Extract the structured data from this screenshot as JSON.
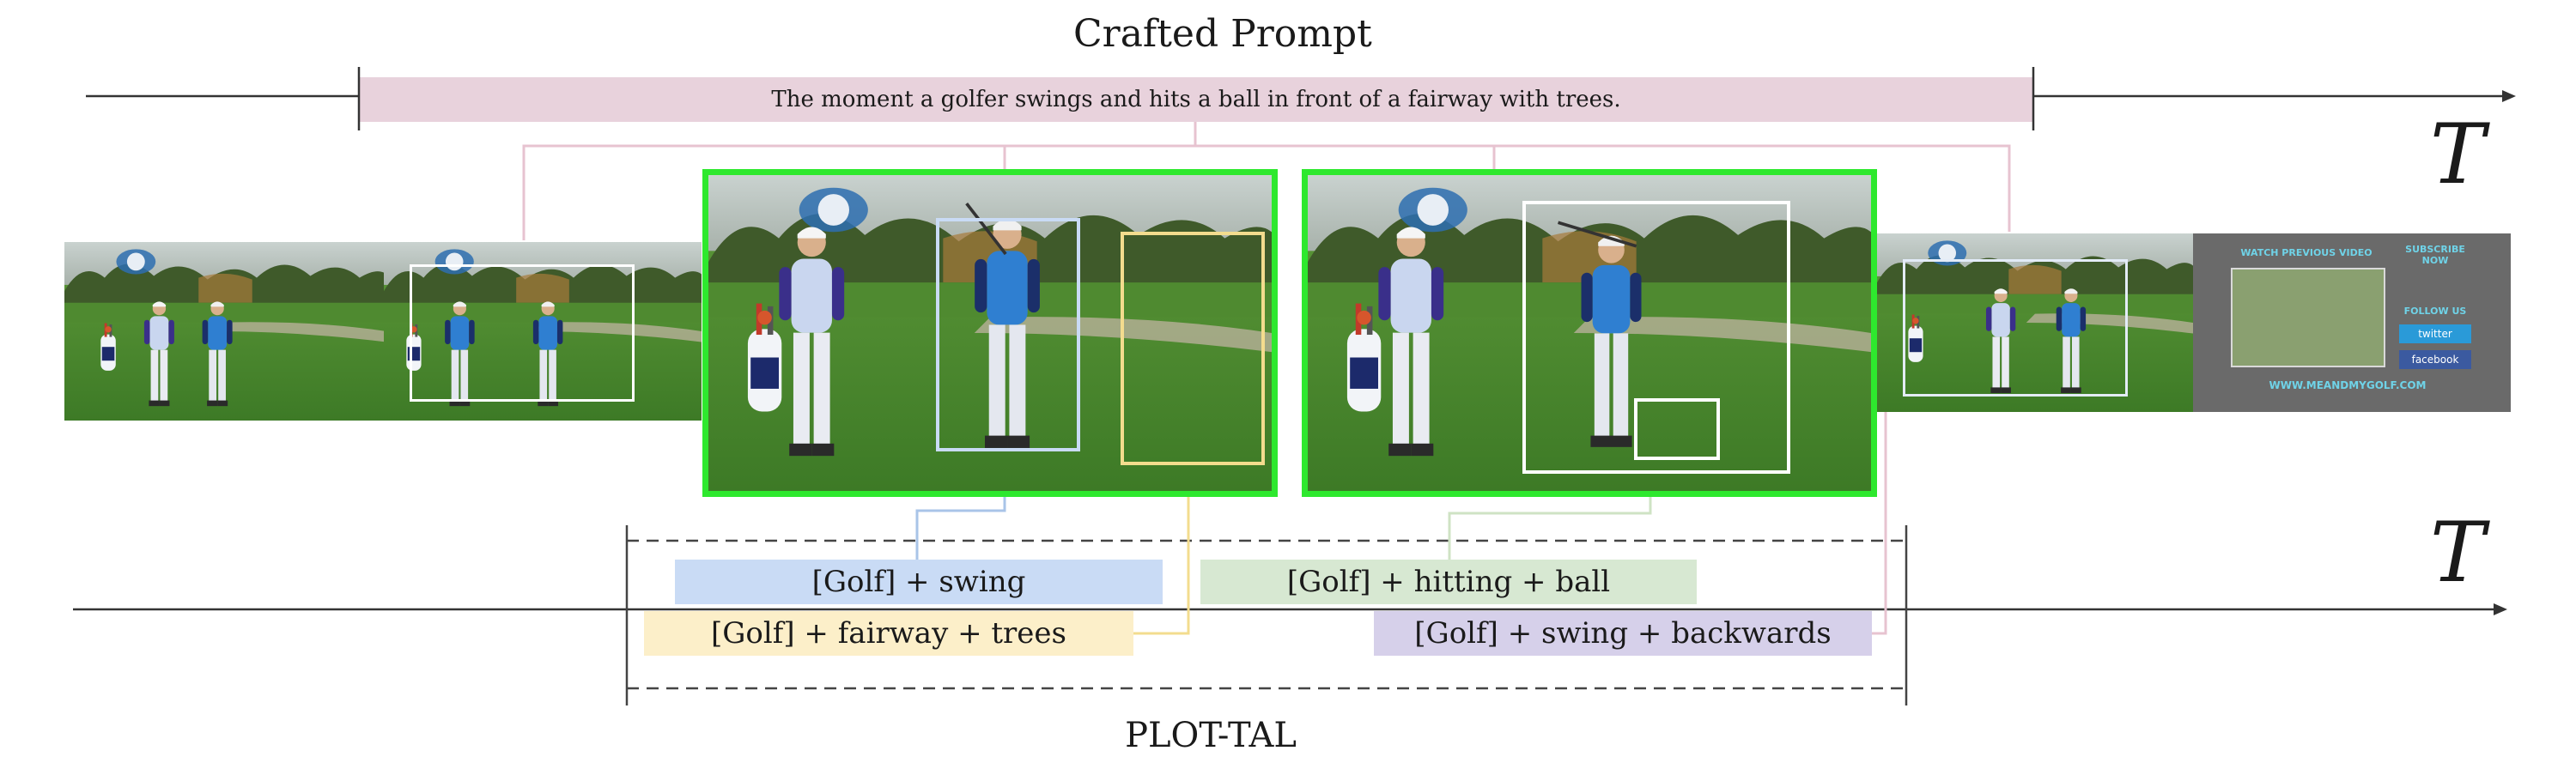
{
  "header": {
    "title": "Crafted Prompt"
  },
  "prompt": {
    "text": "The moment a  golfer swings and hits a ball in front of a fairway with trees."
  },
  "axis": {
    "top_label": "T",
    "bottom_label": "T"
  },
  "footer": {
    "label": "PLOT-TAL"
  },
  "tags": {
    "swing": "[Golf] + swing",
    "hitting": "[Golf] + hitting + ball",
    "fairway": "[Golf] + fairway + trees",
    "backwards": "[Golf] + swing + backwards"
  },
  "frames": [
    {
      "id": "f1",
      "scene": "two-golfers-standing"
    },
    {
      "id": "f2",
      "scene": "golfer-address",
      "box": true
    },
    {
      "id": "f3",
      "scene": "golfer-backswing",
      "key": true
    },
    {
      "id": "f4",
      "scene": "golfer-follow-through",
      "key": true
    },
    {
      "id": "f5",
      "scene": "two-golfers-standing",
      "box": true
    },
    {
      "id": "f6",
      "scene": "end-card"
    }
  ],
  "end_card": {
    "left_top": "WATCH PREVIOUS VIDEO",
    "right_top": "SUBSCRIBE NOW",
    "follow": "FOLLOW US",
    "twitter": "twitter",
    "facebook": "facebook",
    "url": "WWW.MEANDMYGOLF.COM"
  },
  "colors": {
    "prompt": "#e8d2dc",
    "swing": "#c9dbf5",
    "hitting": "#d7e8d2",
    "fairway": "#fcefc9",
    "backwards": "#d6d0ea",
    "key_frame_border": "#2ee82e",
    "box_blue": "#a9c4e8",
    "box_yellow": "#f3dc8e",
    "box_green": "#cfe3c4",
    "box_pink": "#e7c3d0"
  }
}
